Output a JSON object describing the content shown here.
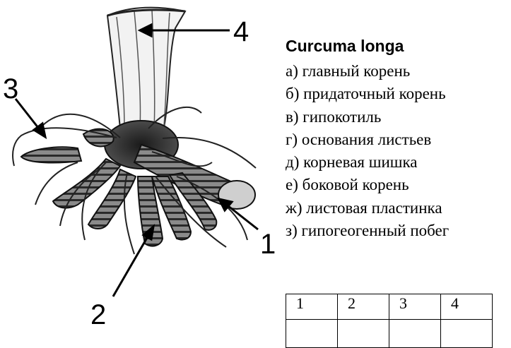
{
  "title": "Curcuma longa",
  "options": [
    "а) главный корень",
    "б) придаточный корень",
    "в) гипокотиль",
    "г) основания листьев",
    "д) корневая шишка",
    "е) боковой корень",
    "ж) листовая пластинка",
    "з) гипогеогенный побег"
  ],
  "labels": [
    "1",
    "2",
    "3",
    "4"
  ],
  "table": {
    "headers": [
      "1",
      "2",
      "3",
      "4"
    ]
  }
}
